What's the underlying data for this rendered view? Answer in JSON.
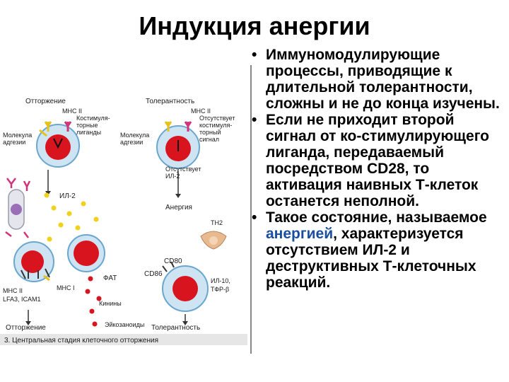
{
  "slide": {
    "title": "Индукция анергии"
  },
  "bullets": [
    {
      "text": "Иммуномодулирующие процессы, приводящие к длительной толерантности, сложны и не до конца изучены."
    },
    {
      "text": "Если не приходит второй сигнал от ко-стимулирующего лиганда, передаваемый посредством CD28, то активация наивных Т-клеток останется неполной."
    },
    {
      "before": "Такое состояние, называемое ",
      "highlight": "анергией",
      "after": ", характеризуется отсутствием ИЛ-2 и деструктивных Т-клеточных реакций."
    }
  ],
  "figure": {
    "left_header": "Отторжение",
    "right_header": "Толерантность",
    "mhc_left": "МНС II",
    "costim_left_1": "Костимуля-",
    "costim_left_2": "торные",
    "costim_left_3": "лиганды",
    "adhesion_left_1": "Молекула",
    "adhesion_left_2": "адгезии",
    "mhc_right": "МНС II",
    "absent_right_1": "Отсутствует",
    "absent_right_2": "костимуля-",
    "absent_right_3": "торный",
    "absent_right_4": "сигнал",
    "adhesion_right_1": "Молекула",
    "adhesion_right_2": "адгезии",
    "il2": "ИЛ-2",
    "absent_il2_1": "Отсутствует",
    "absent_il2_2": "ИЛ-2",
    "anergy": "Анергия",
    "th2": "ТH2",
    "cd80": "CD80",
    "cd86": "CD86",
    "fat": "ФАТ",
    "mhc1": "МНС I",
    "mhc2_bottom": "МНС II",
    "lfa": "LFA3, ICAM1",
    "kinins": "Кинины",
    "eicosanoids": "Эйкозаноиды",
    "il10_1": "ИЛ-10,",
    "il10_2": "ТФР-β",
    "rejection": "Отторжение",
    "tolerance": "Толерантность",
    "caption": "3. Центральная стадия клеточного отторжения",
    "colors": {
      "cell_fill": "#cfe4f2",
      "cell_edge": "#6aa7cf",
      "nucleus": "#d8141e",
      "receptor_yellow": "#e8c21a",
      "receptor_magenta": "#d0357a",
      "dot_yellow": "#f0d21a",
      "dot_red": "#d8141e",
      "arrow": "#333333",
      "purple": "#9a6fb8",
      "tan": "#e9b98f"
    }
  }
}
